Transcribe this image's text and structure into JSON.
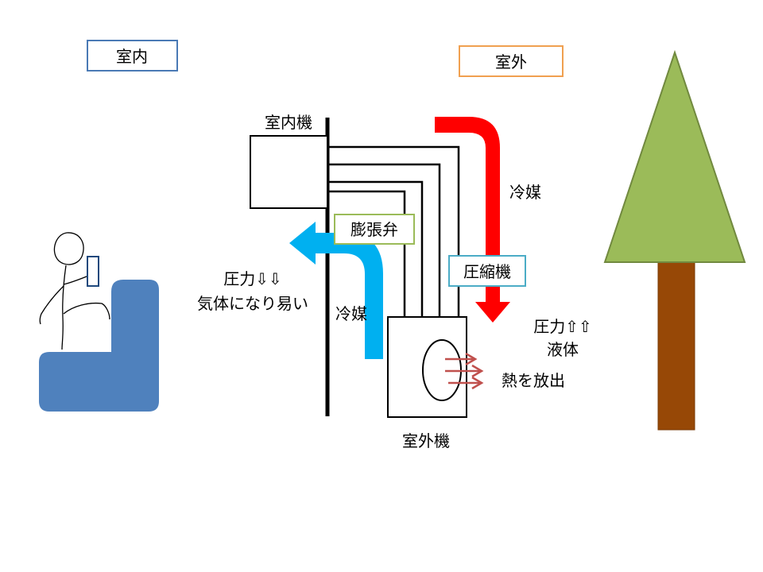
{
  "labels": {
    "indoor": "室内",
    "outdoor": "室外",
    "indoor_unit": "室内機",
    "expansion_valve": "膨張弁",
    "compressor": "圧縮機",
    "outdoor_unit": "室外機",
    "refrigerant_hot": "冷媒",
    "refrigerant_cold": "冷媒",
    "pressure_down": "圧力⇩⇩",
    "gas_easy": "気体になり易い",
    "pressure_up": "圧力⇧⇧",
    "liquid": "液体",
    "heat_release": "熱を放出"
  },
  "colors": {
    "indoor_box_border": "#4a7ab5",
    "outdoor_box_border": "#f0a050",
    "expansion_valve_border": "#9bbb59",
    "compressor_border": "#4bacc6",
    "hot_arrow": "#ff0000",
    "cold_arrow": "#00b0f0",
    "heat_arrows": "#c0504d",
    "sofa": "#4f81bd",
    "tree_foliage": "#9bbb59",
    "tree_trunk": "#974806"
  }
}
